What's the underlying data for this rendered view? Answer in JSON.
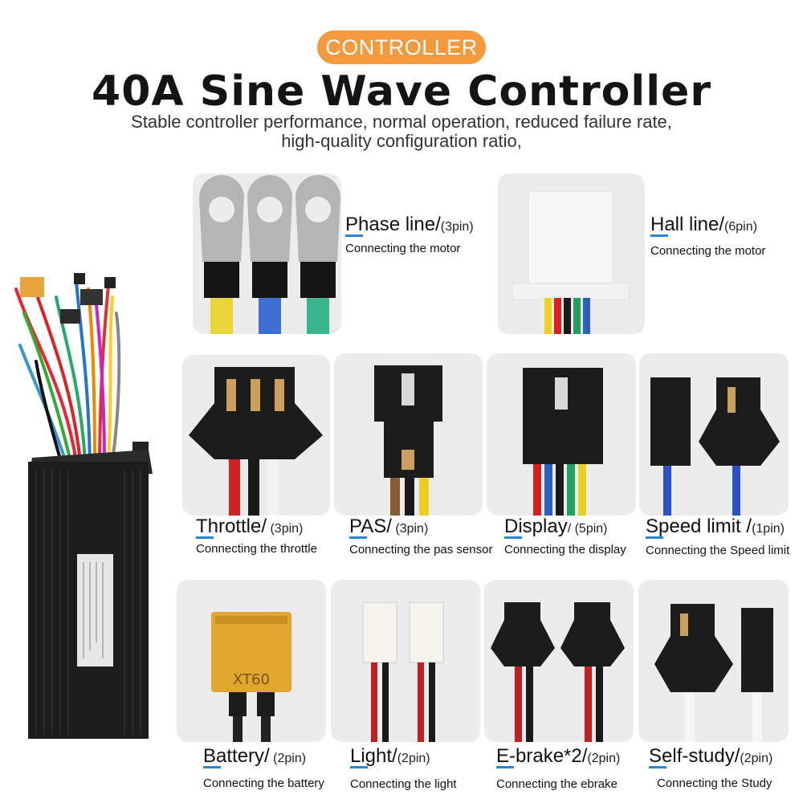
{
  "header": {
    "badge": "CONTROLLER",
    "title": "40A Sine Wave Controller",
    "subtitle_line1": "Stable controller performance, normal operation, reduced failure rate,",
    "subtitle_line2": "high-quality configuration ratio,"
  },
  "connectors": [
    {
      "name": "Phase line/",
      "pins": "(3pin)",
      "desc": "Connecting the motor"
    },
    {
      "name": "Hall line/",
      "pins": "(6pin)",
      "desc": "Connecting the motor"
    },
    {
      "name": "Throttle/",
      "pins": " (3pin)",
      "desc": "Connecting the throttle"
    },
    {
      "name": "PAS/",
      "pins": " (3pin)",
      "desc": "Connecting the pas sensor"
    },
    {
      "name": "Display",
      "pins": "/ (5pin)",
      "desc": "Connecting the display"
    },
    {
      "name": "Speed limit /",
      "pins": "(1pin)",
      "desc": "Connecting the Speed limit"
    },
    {
      "name": "Battery/",
      "pins": " (2pin)",
      "desc": "Connecting the battery"
    },
    {
      "name": "Light/",
      "pins": "(2pin)",
      "desc": "Connecting the light"
    },
    {
      "name": "E-brake*2/",
      "pins": "(2pin)",
      "desc": "Connecting the ebrake"
    },
    {
      "name": "Self-study/",
      "pins": "(2pin)",
      "desc": "Connecting the Study"
    }
  ],
  "battery_plug_text": "XT60",
  "colors": {
    "badge": "#f59a3c",
    "underline": "#2a86d6",
    "card_bg": "#ececec",
    "connector": "#1c1c1c"
  }
}
